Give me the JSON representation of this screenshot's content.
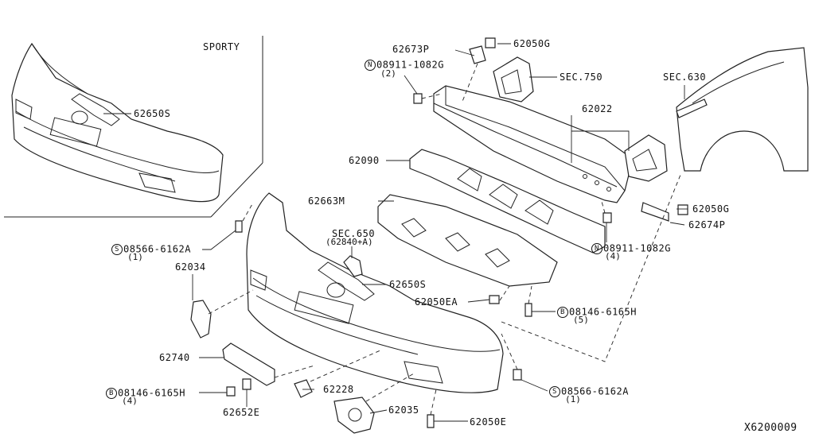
{
  "inset": {
    "title": "SPORTY",
    "part_label": "62650S"
  },
  "labels": {
    "p62673P": "62673P",
    "p62050G_top": "62050G",
    "p08911_top": "08911-1082G",
    "p08911_top_qty": "(2)",
    "sec750": "SEC.750",
    "sec630": "SEC.630",
    "p62022": "62022",
    "p62090": "62090",
    "p62663M": "62663M",
    "sec650": "SEC.650",
    "sec650_sub": "(62840+A)",
    "p08566_top": "08566-6162A",
    "p08566_top_qty": "(1)",
    "p62034": "62034",
    "p62650S": "62650S",
    "p62050EA": "62050EA",
    "p08146_mid": "08146-6165H",
    "p08146_mid_qty": "(5)",
    "p62050G_right": "62050G",
    "p62674P": "62674P",
    "p08911_right": "08911-1082G",
    "p08911_right_qty": "(4)",
    "p62740": "62740",
    "p08146_left": "08146-6165H",
    "p08146_left_qty": "(4)",
    "p62228": "62228",
    "p62035": "62035",
    "p08566_bottom": "08566-6162A",
    "p08566_bottom_qty": "(1)",
    "p62652E": "62652E",
    "p62050E": "62050E",
    "diagram_code": "X6200009"
  },
  "symbols": {
    "N": "N",
    "S": "S",
    "B": "B"
  }
}
